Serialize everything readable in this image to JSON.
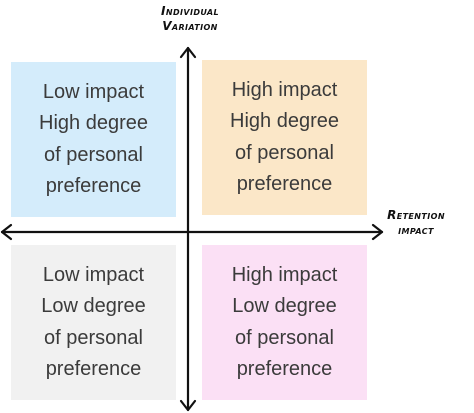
{
  "axes": {
    "y_label_lines": [
      "Individual",
      "Variation"
    ],
    "x_label_lines": [
      "Retention",
      "impact"
    ]
  },
  "quadrants": {
    "top_left": {
      "lines": [
        "Low impact",
        "High degree",
        "of personal",
        "preference"
      ],
      "color": "#d4ecfb"
    },
    "top_right": {
      "lines": [
        "High impact",
        "High degree",
        "of personal",
        "preference"
      ],
      "color": "#fbe7c8"
    },
    "bottom_left": {
      "lines": [
        "Low impact",
        "Low degree",
        "of personal",
        "preference"
      ],
      "color": "#f1f1f1"
    },
    "bottom_right": {
      "lines": [
        "High impact",
        "Low degree",
        "of personal",
        "preference"
      ],
      "color": "#fbe0f5"
    }
  },
  "colors": {
    "axis": "#111111",
    "text": "#3b3b3b"
  }
}
